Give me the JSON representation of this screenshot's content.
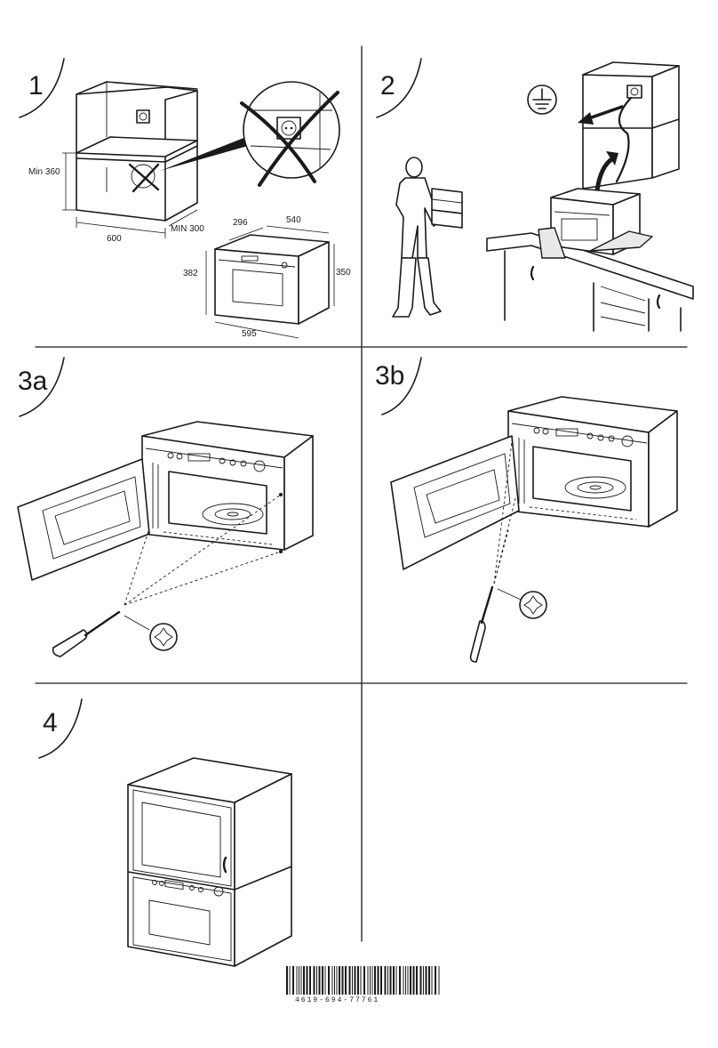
{
  "steps": {
    "s1": {
      "label": "1"
    },
    "s2": {
      "label": "2"
    },
    "s3a": {
      "label": "3a"
    },
    "s3b": {
      "label": "3b"
    },
    "s4": {
      "label": "4"
    }
  },
  "dimensions": {
    "cabinet_height_min": "Min 360",
    "cabinet_width": "600",
    "cabinet_depth_min": "MIN 300",
    "oven_depth_front": "296",
    "oven_depth_total": "540",
    "oven_height_front": "382",
    "oven_height_side": "350",
    "oven_width": "595"
  },
  "barcode": {
    "number": "4619-694-77761"
  },
  "icons": [
    "ground-symbol-icon",
    "screw-head-icon",
    "screwdriver-icon",
    "cross-out-icon"
  ]
}
